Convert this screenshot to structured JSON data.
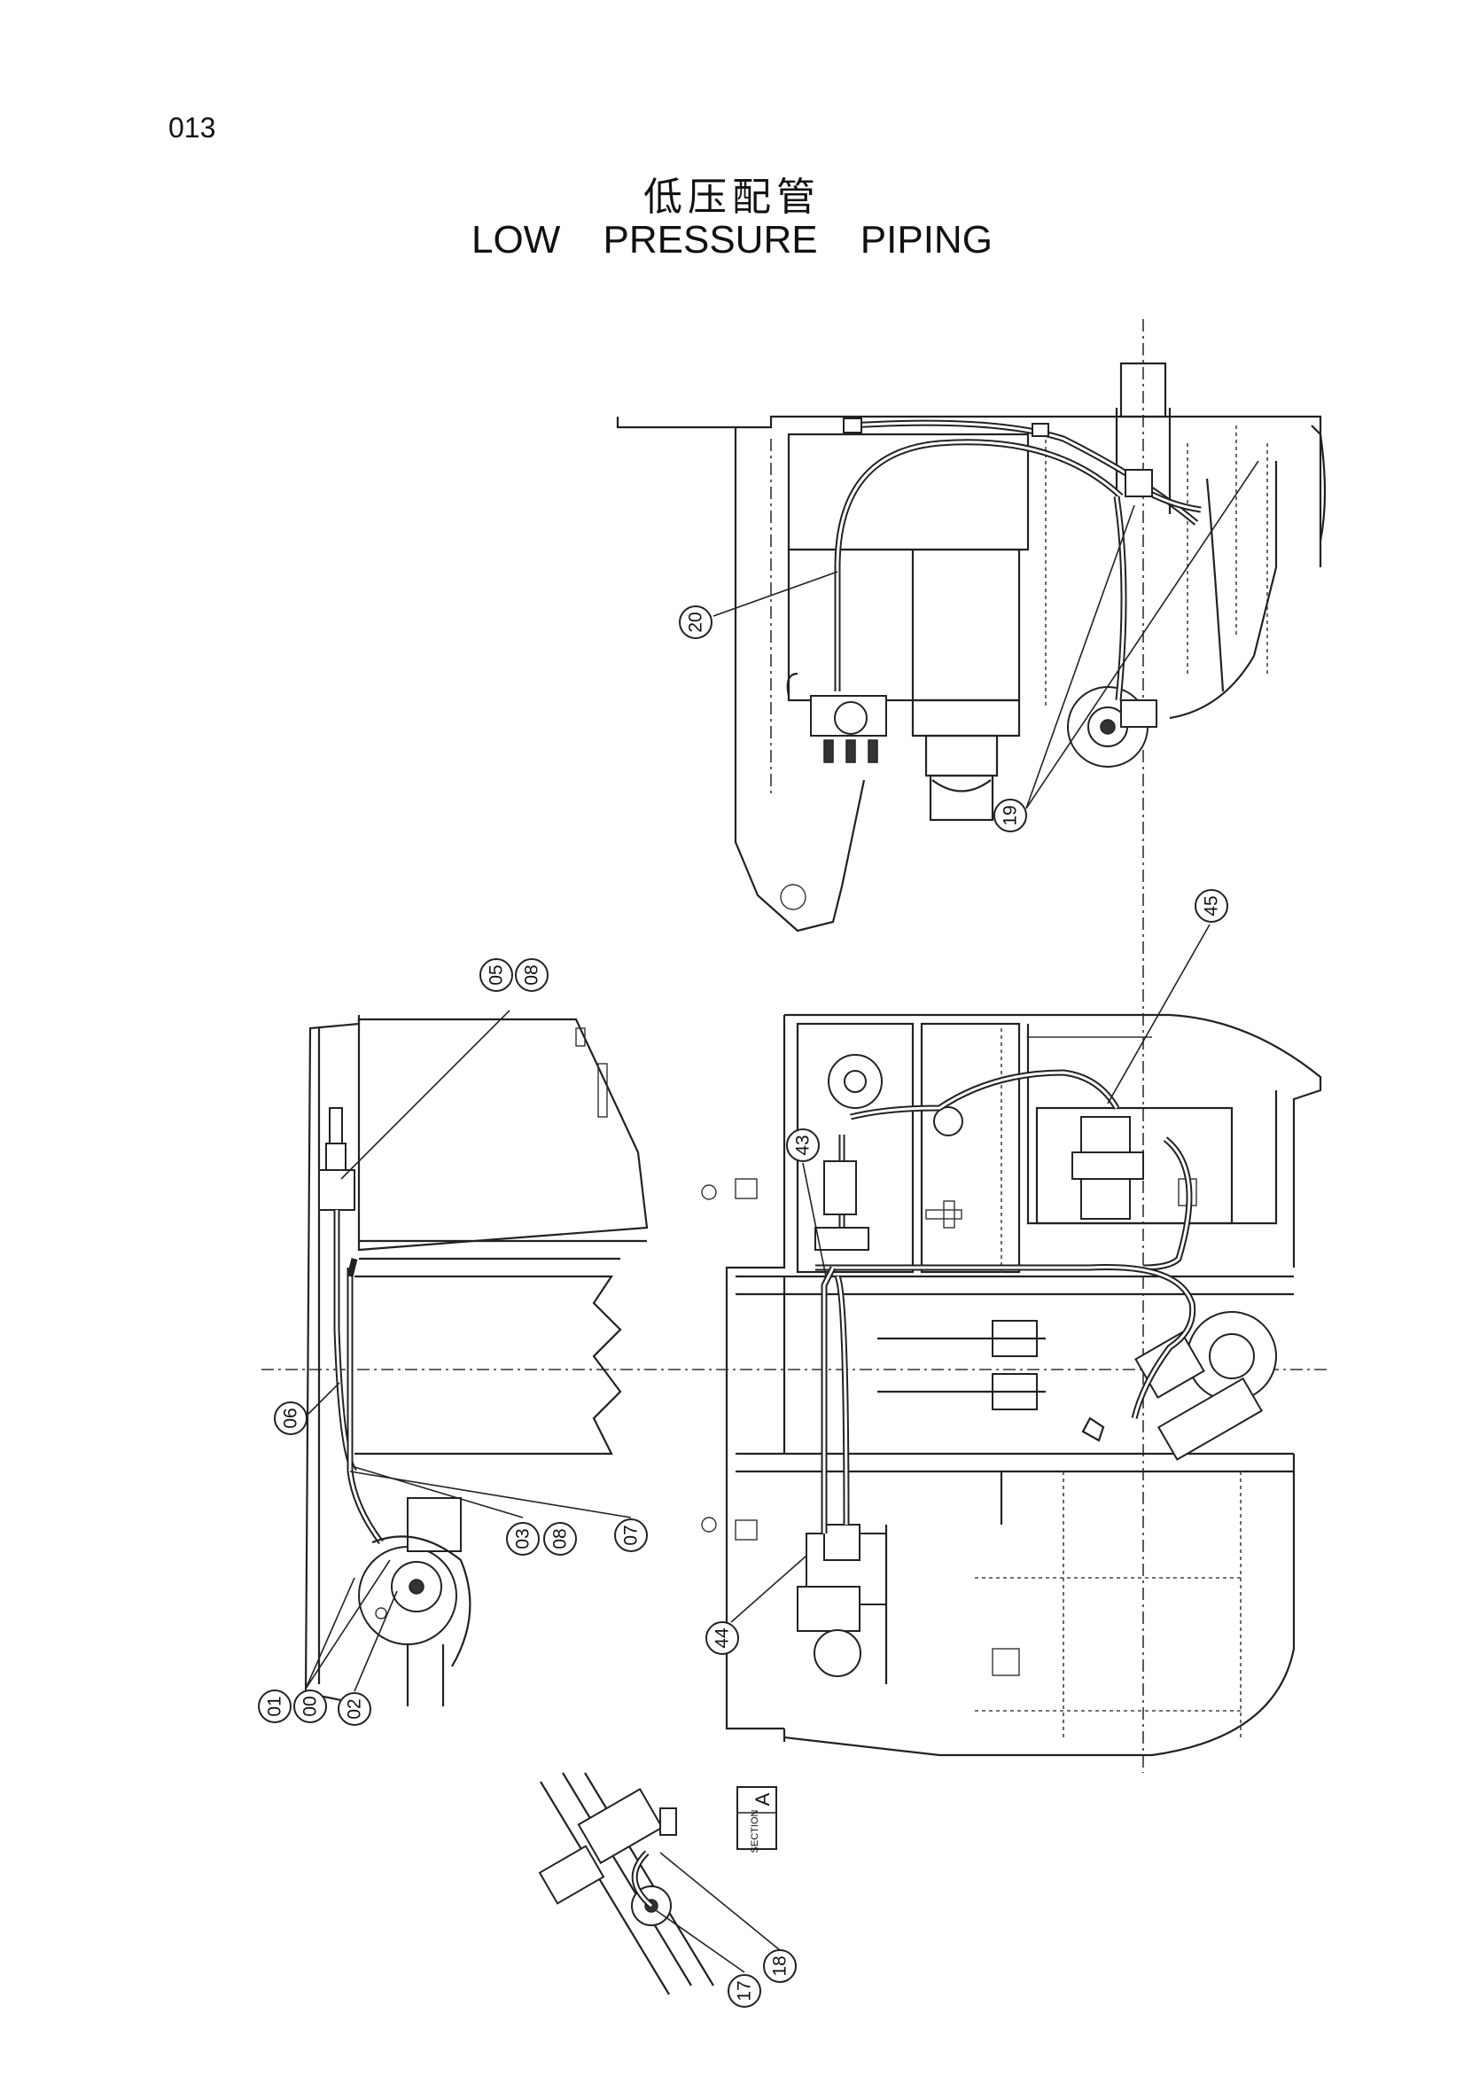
{
  "page_number": "013",
  "title_cn": "低压配管",
  "title_en": "LOW PRESSURE PIPING",
  "callouts": [
    {
      "id": "c20",
      "label": "20"
    },
    {
      "id": "c19",
      "label": "19"
    },
    {
      "id": "c45",
      "label": "45"
    },
    {
      "id": "c05",
      "label": "05"
    },
    {
      "id": "c08a",
      "label": "08"
    },
    {
      "id": "c43",
      "label": "43"
    },
    {
      "id": "c06",
      "label": "06"
    },
    {
      "id": "c03",
      "label": "03"
    },
    {
      "id": "c08b",
      "label": "08"
    },
    {
      "id": "c07",
      "label": "07"
    },
    {
      "id": "c44",
      "label": "44"
    },
    {
      "id": "c01",
      "label": "01"
    },
    {
      "id": "c00",
      "label": "00"
    },
    {
      "id": "c02",
      "label": "02"
    },
    {
      "id": "c17",
      "label": "17"
    },
    {
      "id": "c18",
      "label": "18"
    }
  ],
  "section_tag": {
    "text": "SECTION",
    "letter": "A"
  }
}
